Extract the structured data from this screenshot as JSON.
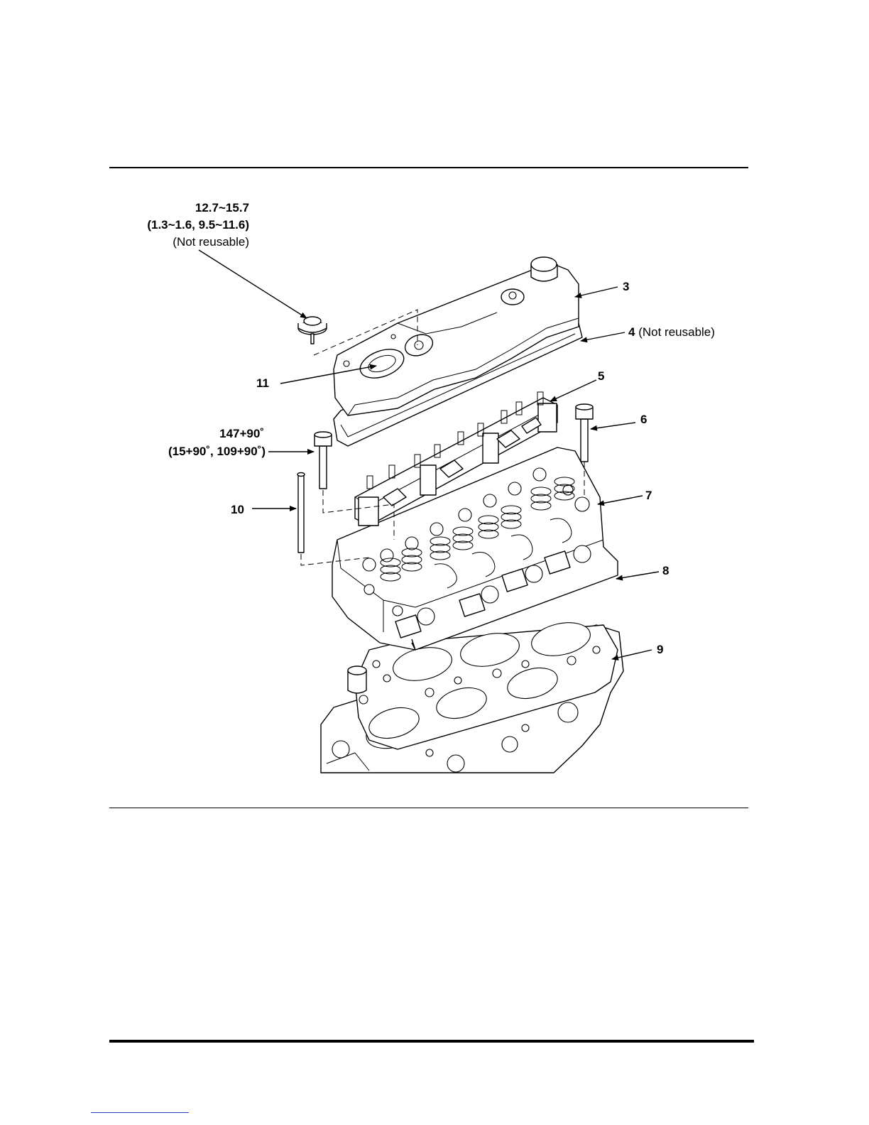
{
  "callouts": {
    "torque_cover_main": "12.7~15.7",
    "torque_cover_units": "(1.3~1.6, 9.5~11.6)",
    "torque_cover_note": "(Not reusable)",
    "part_3": "3",
    "part_4_number": "4",
    "part_4_note": "(Not reusable)",
    "part_5": "5",
    "part_6": "6",
    "part_7": "7",
    "part_8": "8",
    "part_9": "9",
    "part_10": "10",
    "part_11": "11",
    "torque_bolt_main": "147+90˚",
    "torque_bolt_units": "(15+90˚, 109+90˚)"
  }
}
